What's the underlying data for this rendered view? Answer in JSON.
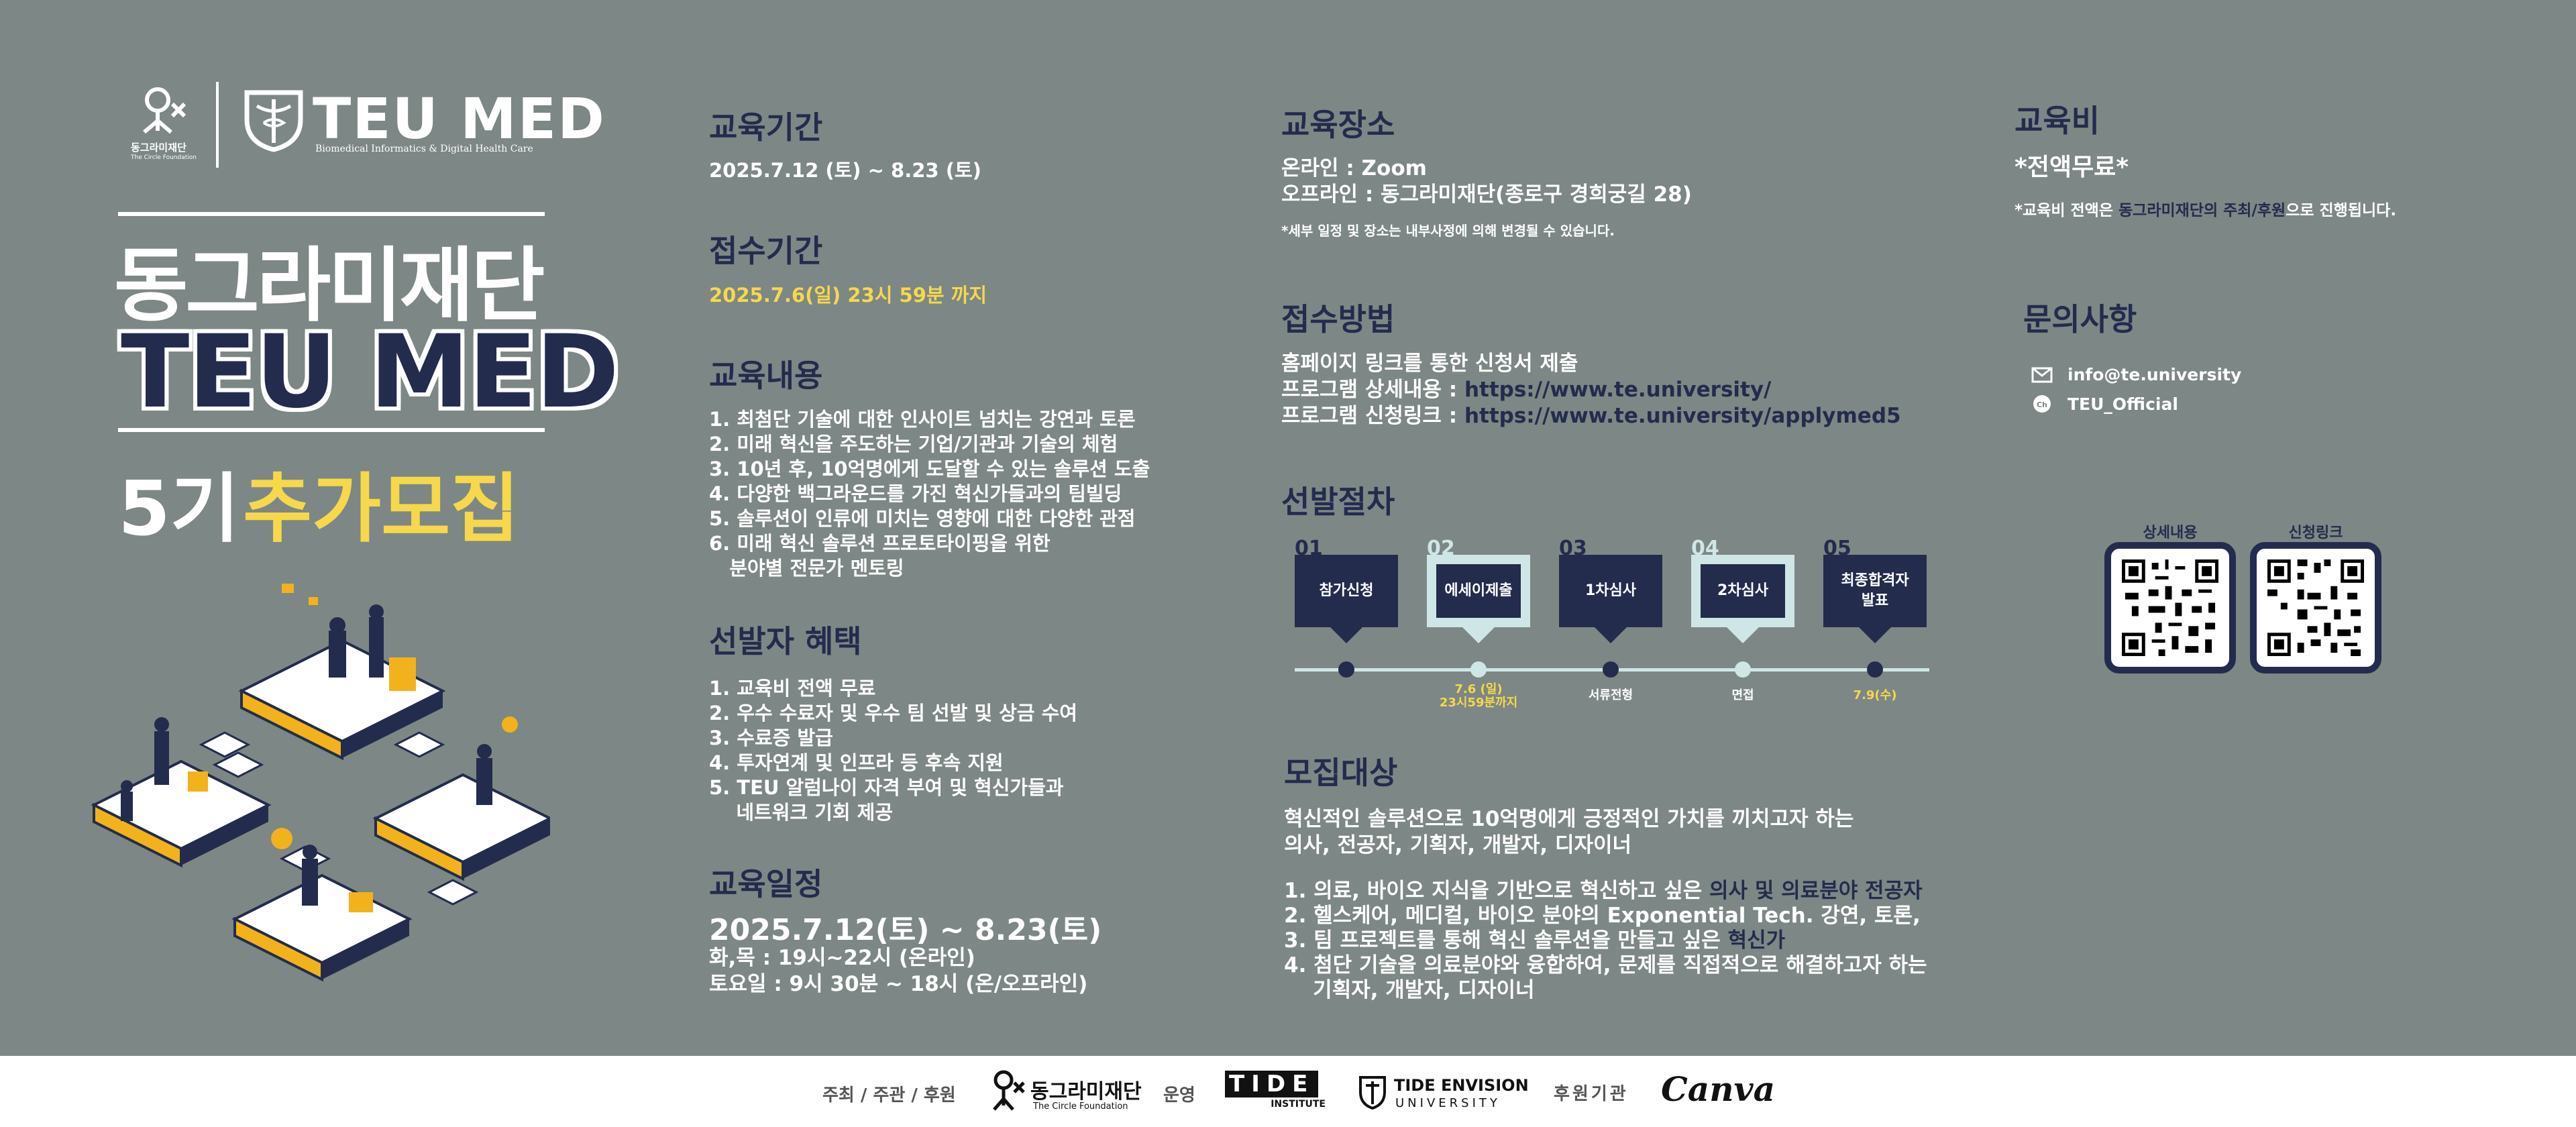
{
  "brand": {
    "foundation_logo_text": "동그라미재단",
    "foundation_logo_sub": "The Circle Foundation",
    "teumed_logo": "TEU MED",
    "teumed_sub": "Biomedical Informatics & Digital Health Care",
    "title_kr": "동그라미재단",
    "title_en": "TEU MED",
    "gen": "5기",
    "recruit": "추가모집"
  },
  "period": {
    "heading": "교육기간",
    "value": "2025.7.12 (토) ~ 8.23 (토)"
  },
  "apply_period": {
    "heading": "접수기간",
    "value": "2025.7.6(일) 23시 59분 까지"
  },
  "content": {
    "heading": "교육내용",
    "items": [
      "1. 최첨단 기술에 대한 인사이트 넘치는 강연과 토론",
      "2. 미래 혁신을 주도하는 기업/기관과 기술의 체험",
      "3. 10년 후, 10억명에게 도달할 수 있는 솔루션 도출",
      "4. 다양한 백그라운드를 가진 혁신가들과의 팀빌딩",
      "5. 솔루션이 인류에 미치는 영향에 대한 다양한 관점",
      "6. 미래 혁신 솔루션 프로토타이핑을 위한",
      "   분야별 전문가 멘토링"
    ]
  },
  "benefits": {
    "heading": "선발자 혜택",
    "items": [
      "1. 교육비 전액 무료",
      "2. 우수 수료자 및 우수 팀 선발 및 상금 수여",
      "3. 수료증 발급",
      "4. 투자연계 및 인프라 등 후속 지원",
      "5. TEU 알럼나이 자격 부여 및 혁신가들과",
      "    네트워크 기회 제공"
    ]
  },
  "schedule": {
    "heading": "교육일정",
    "main": "2025.7.12(토) ~ 8.23(토)",
    "line1": "화,목 : 19시~22시 (온라인)",
    "line2": "토요일 : 9시 30분 ~ 18시 (온/오프라인)"
  },
  "venue": {
    "heading": "교육장소",
    "online": "온라인 : Zoom",
    "offline": "오프라인 : 동그라미재단(종로구 경희궁길 28)",
    "note": "*세부 일정 및 장소는 내부사정에 의해 변경될 수 있습니다."
  },
  "method": {
    "heading": "접수방법",
    "line1": "홈페이지 링크를 통한 신청서 제출",
    "line2_label": "프로그램 상세내용 : ",
    "line2_url": "https://www.te.university/",
    "line3_label": "프로그램 신청링크 : ",
    "line3_url": "https://www.te.university/applymed5"
  },
  "selection": {
    "heading": "선발절차",
    "steps": [
      {
        "num": "01",
        "label": "참가신청",
        "date": ""
      },
      {
        "num": "02",
        "label": "에세이제출",
        "date": "7.6 (일)\n23시59분까지"
      },
      {
        "num": "03",
        "label": "1차심사",
        "date": "서류전형"
      },
      {
        "num": "04",
        "label": "2차심사",
        "date": "면접"
      },
      {
        "num": "05",
        "label": "최종합격자\n발표",
        "date": "7.9(수)"
      }
    ]
  },
  "target": {
    "heading": "모집대상",
    "intro1": "혁신적인 솔루션으로 10억명에게 긍정적인 가치를 끼치고자 하는",
    "intro2": "의사, 전공자, 기획자, 개발자, 디자이너",
    "item1a": "1. 의료, 바이오 지식을 기반으로 혁신하고 싶은 ",
    "item1b": "의사 및 의료분야 전공자",
    "item2a": "2. 헬스케어, 메디컬, 바이오 분야의 ",
    "item2b": "Exponential Tech. 강연, 토론,",
    "item3a": "3. 팀 프로젝트를 통해 혁신 솔루션을 만들고 싶은 ",
    "item3b": "혁신가",
    "item4a": "4. 첨단 기술을 의료분야와 융합하여, ",
    "item4b": "문제를 직접적으로 해결하고자 하는",
    "item4c": "    기획자, 개발자, 디자이너"
  },
  "fee": {
    "heading": "교육비",
    "free": "*전액무료*",
    "note_a": "*교육비 전액은 ",
    "note_b": "동그라미재단의 주최/후원",
    "note_c": "으로 진행됩니다."
  },
  "contact": {
    "heading": "문의사항",
    "email": "info@te.university",
    "kakao": "TEU_Official"
  },
  "qr": {
    "detail_label": "상세내용",
    "apply_label": "신청링크"
  },
  "footer": {
    "host_label": "주최 / 주관 / 후원",
    "foundation": "동그라미재단",
    "foundation_sub": "The Circle Foundation",
    "operate_label": "운영",
    "tide": "TIDE",
    "tide_sub": "INSTITUTE",
    "tide_env": "TIDE ENVISION",
    "tide_env_sub": "UNIVERSITY",
    "sponsor_label": "후원기관",
    "canva": "Canva"
  }
}
